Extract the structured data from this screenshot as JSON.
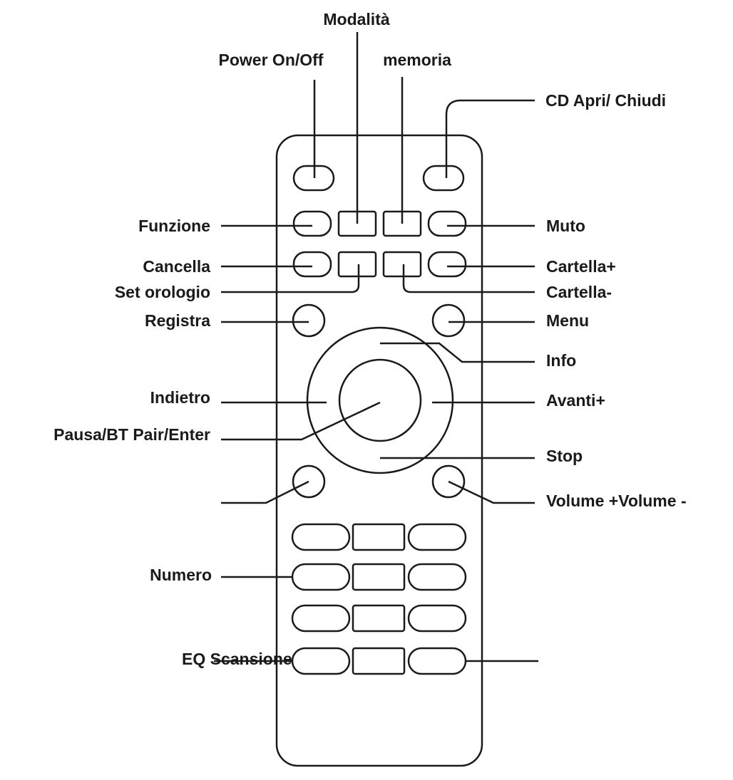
{
  "labels": {
    "modalita": "Modalità",
    "power": "Power On/Off",
    "memoria": "memoria",
    "cd": "CD Apri/ Chiudi",
    "funzione": "Funzione",
    "muto": "Muto",
    "cancella": "Cancella",
    "cartella_plus": "Cartella+",
    "set_orologio": "Set orologio",
    "cartella_minus": "Cartella-",
    "registra": "Registra",
    "menu": "Menu",
    "info": "Info",
    "indietro": "Indietro",
    "avanti": "Avanti+",
    "pausa": "Pausa/BT Pair/Enter",
    "stop": "Stop",
    "volume": "Volume +Volume -",
    "numero": "Numero",
    "eq": "EQ Scansione"
  },
  "colors": {
    "ink": "#1a1a1a",
    "background": "#ffffff"
  }
}
